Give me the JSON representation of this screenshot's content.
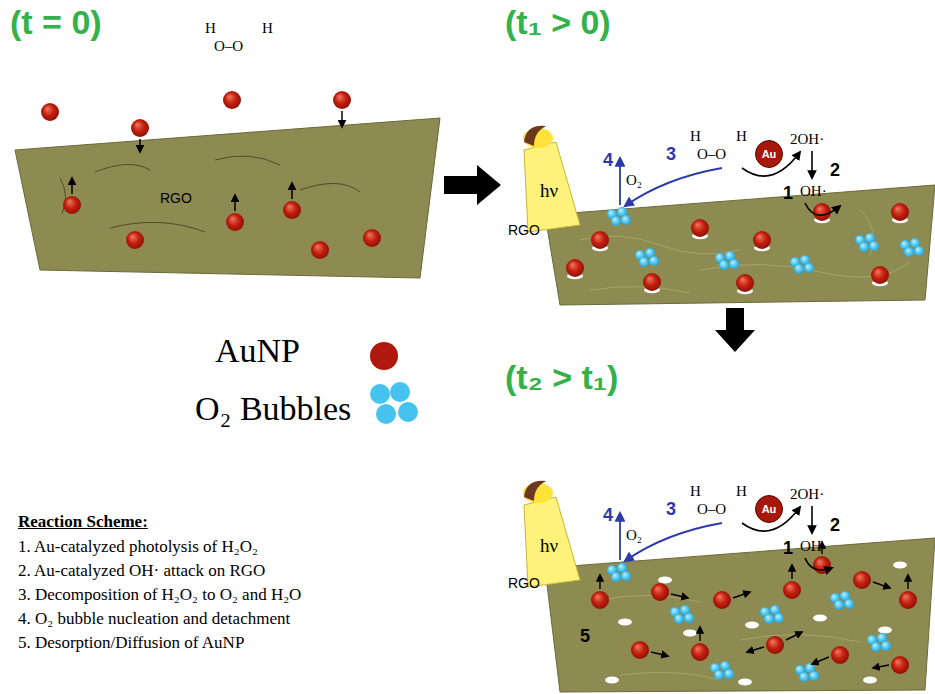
{
  "diagram": {
    "nodes": [
      {
        "text": [
          "(t = 0)",
          "RGO"
        ]
      },
      {
        "text": [
          "(t₁ > 0)",
          "RGO"
        ]
      },
      {
        "text": [
          "Au"
        ],
        "in": 1
      },
      {
        "text": [
          "(t₂ > t₁)",
          "RGO"
        ]
      },
      {
        "text": [
          "Au"
        ],
        "in": 3
      }
    ],
    "edges": [
      {
        "from": 0,
        "to": 1,
        "arrow": "to"
      },
      {
        "from": 1,
        "to": 3,
        "arrow": "to"
      }
    ],
    "labels": [
      "H",
      "H",
      "O–O",
      "H",
      "H",
      "O–O",
      "hν",
      "1",
      "2OH·",
      "2",
      "OH·",
      "3",
      "4",
      "O₂",
      "H",
      "H",
      "O–O",
      "hν",
      "1",
      "2OH·",
      "2",
      "OH·",
      "3",
      "4",
      "O₂",
      "5",
      "Reaction Scheme:",
      "1. Au-catalyzed photolysis of H₂O₂",
      "2. Au-catalyzed OH· attack on RGO",
      "3. Decomposition of H₂O₂ to O₂ and H₂O",
      "4. O₂ bubble nucleation and detachment",
      "5. Desorption/Diffusion of AuNP"
    ],
    "legend": [
      {
        "text": "AuNP",
        "color": "#b0180d"
      },
      {
        "text": "O₂ Bubbles",
        "color": "#45c2ee"
      }
    ]
  }
}
